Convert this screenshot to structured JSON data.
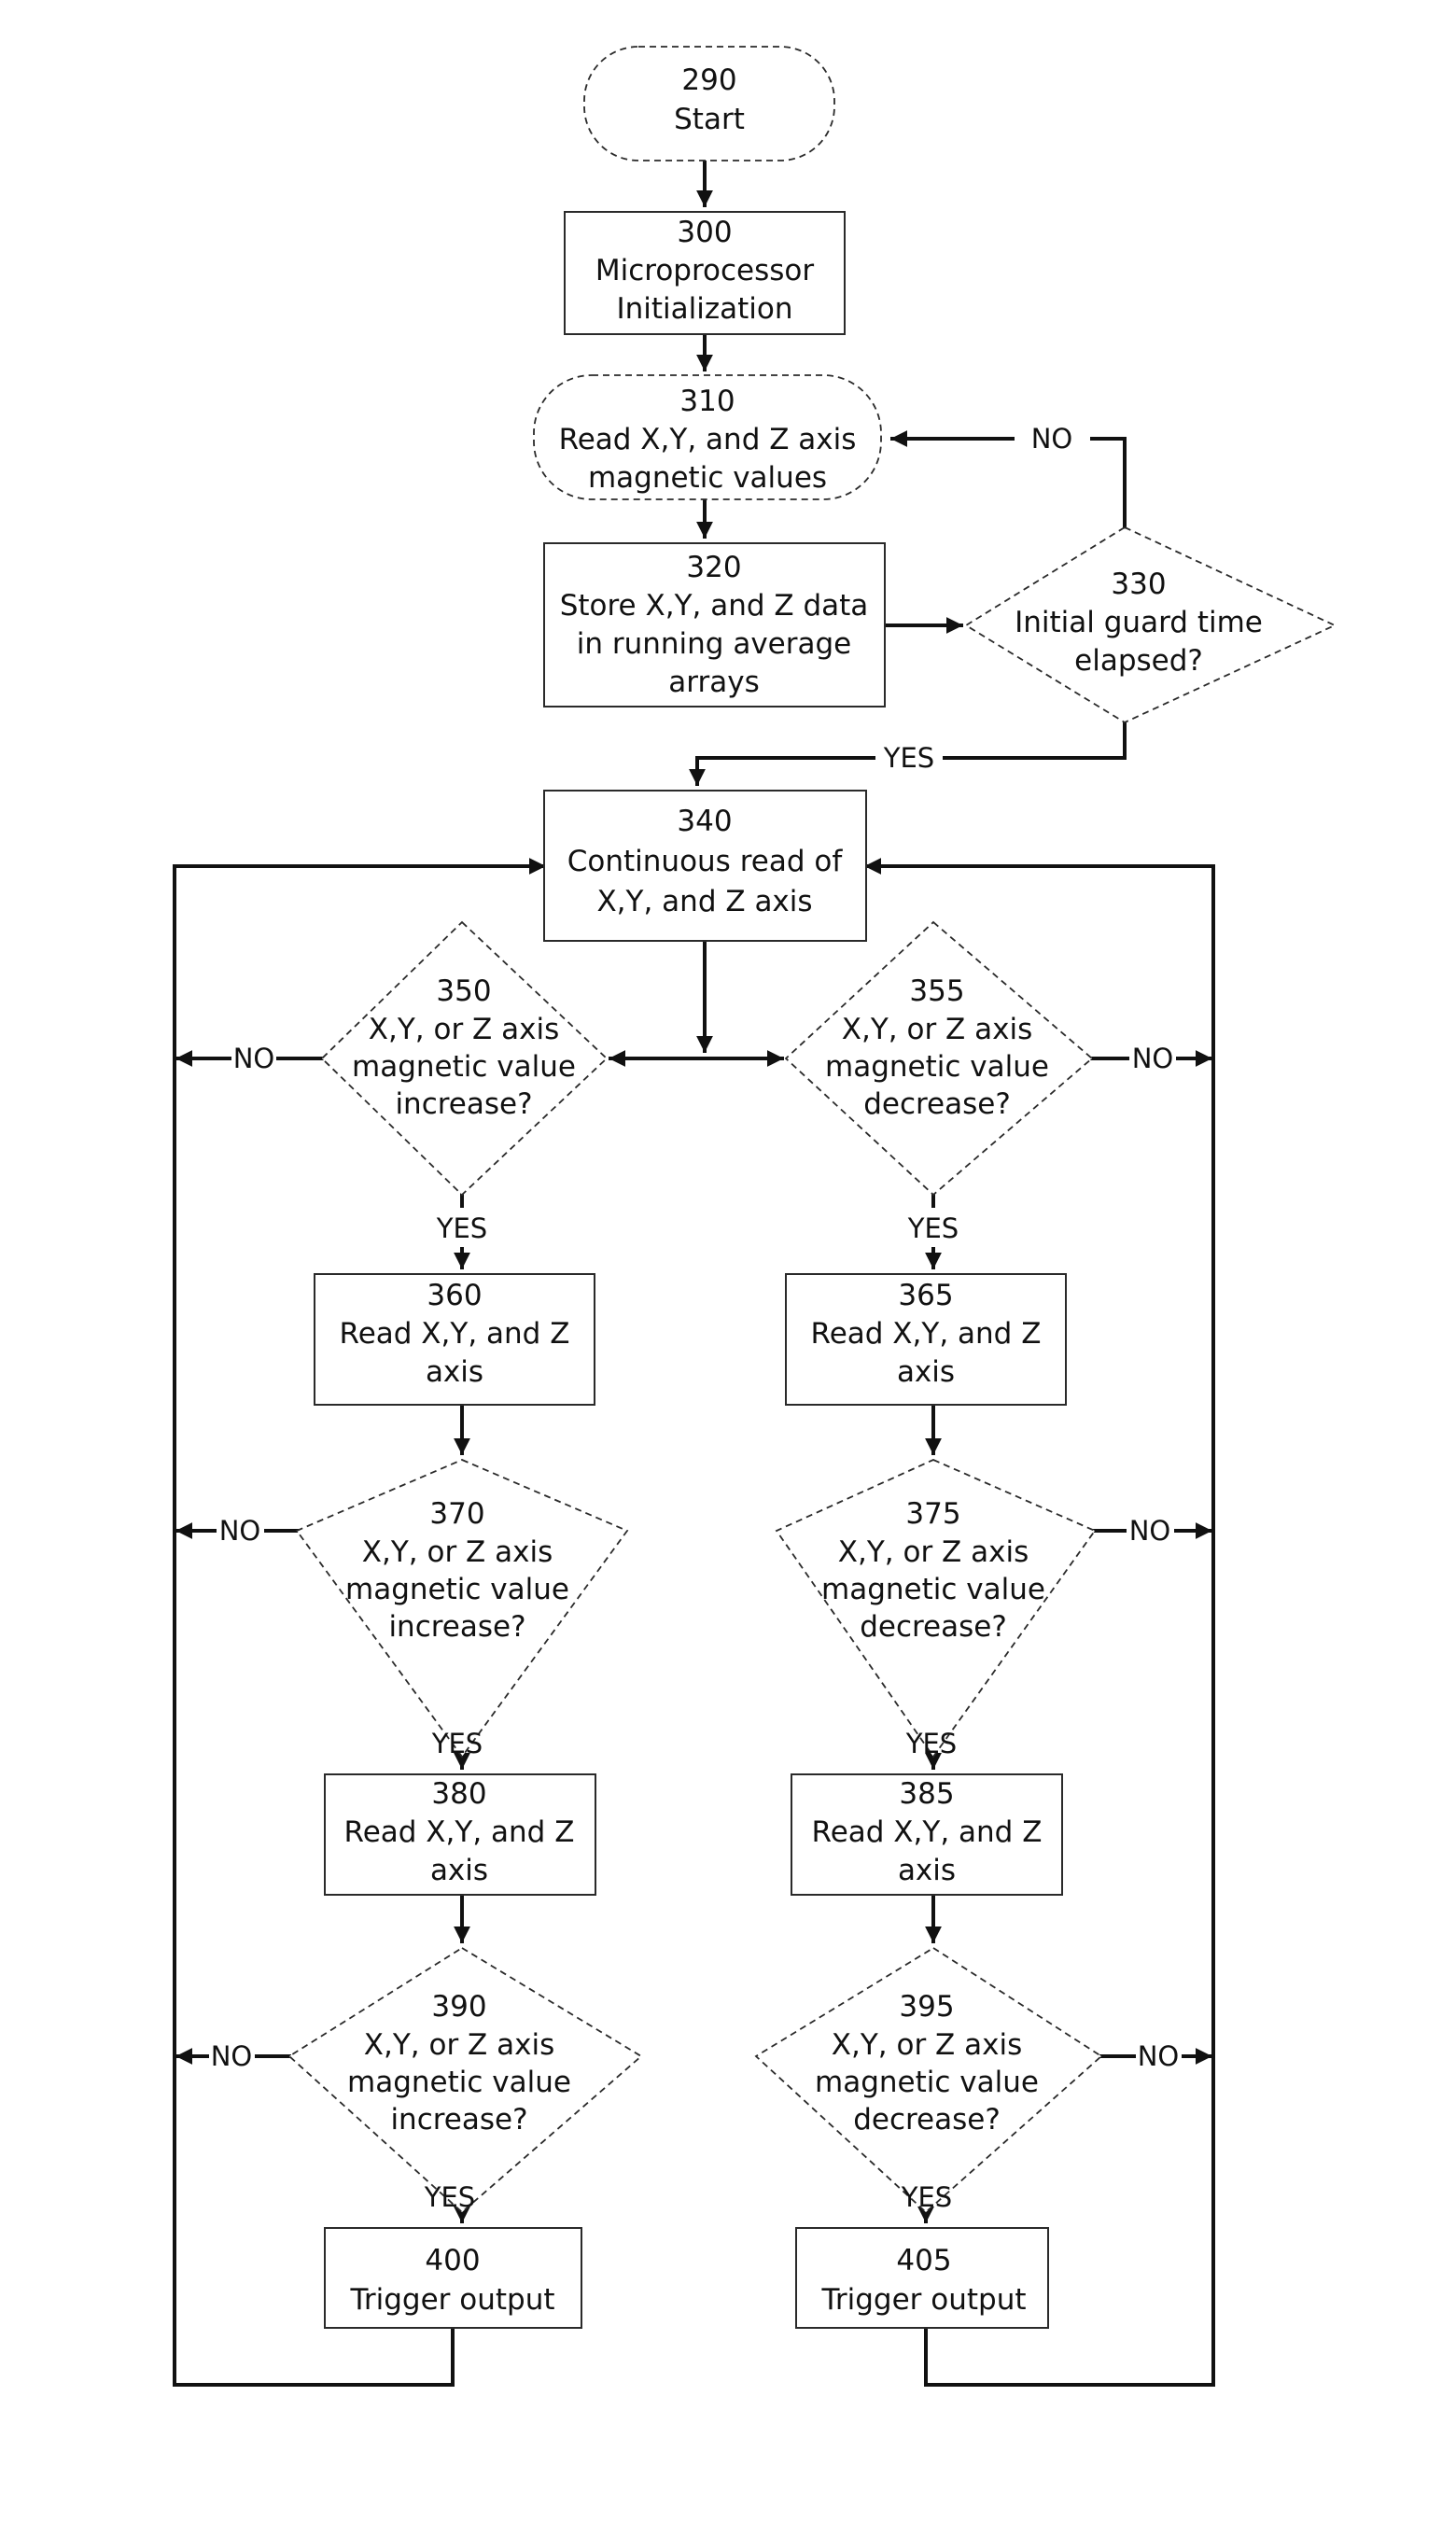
{
  "nodes": {
    "n290": {
      "id": "290",
      "lines": [
        "Start"
      ]
    },
    "n300": {
      "id": "300",
      "lines": [
        "Microprocessor",
        "Initialization"
      ]
    },
    "n310": {
      "id": "310",
      "lines": [
        "Read X,Y, and Z axis",
        "magnetic values"
      ]
    },
    "n320": {
      "id": "320",
      "lines": [
        "Store X,Y, and Z data",
        "in running average",
        "arrays"
      ]
    },
    "n330": {
      "id": "330",
      "lines": [
        "Initial guard time",
        "elapsed?"
      ]
    },
    "n340": {
      "id": "340",
      "lines": [
        "Continuous read of",
        "X,Y, and Z axis"
      ]
    },
    "n350": {
      "id": "350",
      "lines": [
        "X,Y, or Z axis",
        "magnetic value",
        "increase?"
      ]
    },
    "n355": {
      "id": "355",
      "lines": [
        "X,Y, or Z axis",
        "magnetic value",
        "decrease?"
      ]
    },
    "n360": {
      "id": "360",
      "lines": [
        "Read X,Y, and Z",
        "axis"
      ]
    },
    "n365": {
      "id": "365",
      "lines": [
        "Read X,Y, and Z",
        "axis"
      ]
    },
    "n370": {
      "id": "370",
      "lines": [
        "X,Y, or Z axis",
        "magnetic value",
        "increase?"
      ]
    },
    "n375": {
      "id": "375",
      "lines": [
        "X,Y, or Z axis",
        "magnetic value",
        "decrease?"
      ]
    },
    "n380": {
      "id": "380",
      "lines": [
        "Read X,Y, and Z",
        "axis"
      ]
    },
    "n385": {
      "id": "385",
      "lines": [
        "Read X,Y, and Z",
        "axis"
      ]
    },
    "n390": {
      "id": "390",
      "lines": [
        "X,Y, or Z axis",
        "magnetic value",
        "increase?"
      ]
    },
    "n395": {
      "id": "395",
      "lines": [
        "X,Y, or Z axis",
        "magnetic value",
        "decrease?"
      ]
    },
    "n400": {
      "id": "400",
      "lines": [
        "Trigger output"
      ]
    },
    "n405": {
      "id": "405",
      "lines": [
        "Trigger output"
      ]
    }
  },
  "labels": {
    "yes": "YES",
    "no": "NO"
  }
}
